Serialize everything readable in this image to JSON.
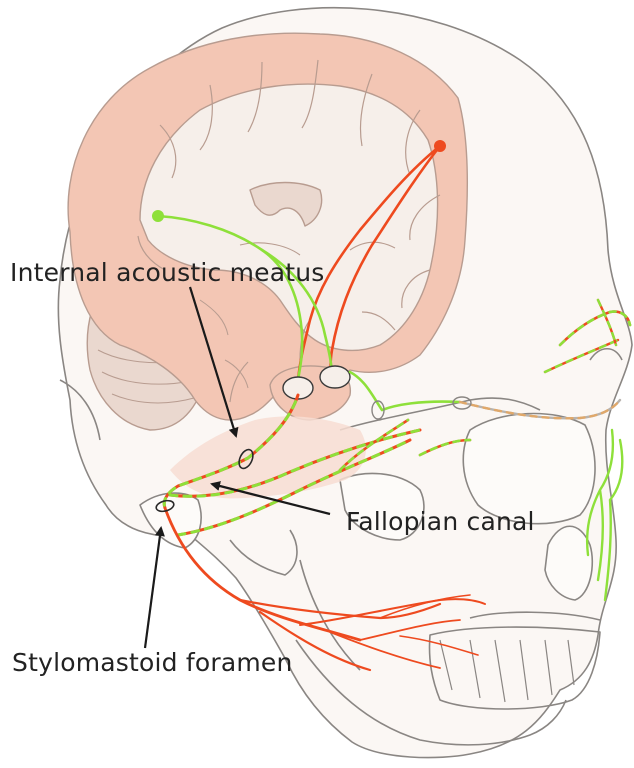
{
  "labels": {
    "internal_acoustic_meatus": "Internal acoustic meatus",
    "fallopian_canal": "Fallopian canal",
    "stylomastoid_foramen": "Stylomastoid foramen"
  },
  "colors": {
    "skull_outline": "#8a8683",
    "skull_fill": "#fbf7f4",
    "brain_gray": "#f3c6b4",
    "brain_white": "#f6efea",
    "brain_outline": "#b89c90",
    "cerebellum": "#ead8cf",
    "motor_nerve": "#ee4a1f",
    "sensory_nerve": "#8ee03a",
    "arrow": "#1a1a1a"
  }
}
